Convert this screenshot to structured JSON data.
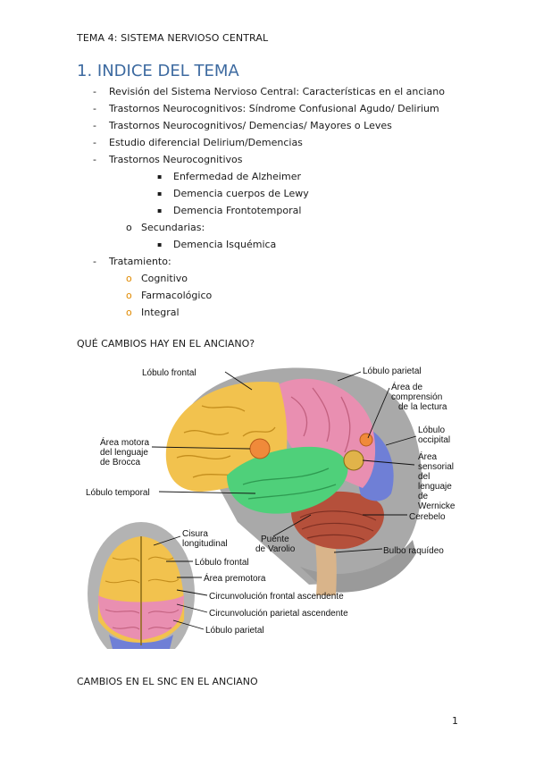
{
  "header": "TEMA 4: SISTEMA NERVIOSO CENTRAL",
  "title": "1. INDICE DEL TEMA",
  "toc": {
    "item1": "Revisión del Sistema Nervioso Central: Características en el anciano",
    "item2": "Trastornos Neurocognitivos: Síndrome Confusional Agudo/ Delirium",
    "item3": "Trastornos Neurocognitivos/ Demencias/ Mayores o Leves",
    "item4": "Estudio diferencial Delirium/Demencias",
    "item5": "Trastornos Neurocognitivos",
    "sub1": "Enfermedad de Alzheimer",
    "sub2": "Demencia cuerpos de Lewy",
    "sub3": "Demencia Frontotemporal",
    "secundarias": "Secundarias:",
    "sub4": "Demencia Isquémica",
    "item6": "Tratamiento:",
    "t1": "Cognitivo",
    "t2": "Farmacológico",
    "t3": "Integral",
    "dash": "-",
    "square": "▪",
    "circle": "o"
  },
  "section1": "QUÉ CAMBIOS HAY EN EL ANCIANO?",
  "section2": "CAMBIOS EN EL SNC EN EL ANCIANO",
  "figure_labels": {
    "frontal": "Lóbulo frontal",
    "parietal": "Lóbulo parietal",
    "comprension1": "Área de",
    "comprension2": "comprensión",
    "comprension3": "de la lectura",
    "occipital1": "Lóbulo",
    "occipital2": "occipital",
    "wernicke1": "Área",
    "wernicke2": "sensorial",
    "wernicke3": "del",
    "wernicke4": "lenguaje",
    "wernicke5": "de",
    "wernicke6": "Wernicke",
    "broca1": "Área motora",
    "broca2": "del lenguaje",
    "broca3": "de Brocca",
    "temporal": "Lóbulo temporal",
    "cerebelo": "Cerebelo",
    "bulbo": "Bulbo raquídeo",
    "puente1": "Puente",
    "puente2": "de Varolio",
    "cisura1": "Cisura",
    "cisura2": "longitudinal",
    "top_frontal": "Lóbulo frontal",
    "premotora": "Área premotora",
    "circ_frontal": "Circunvolución frontal ascendente",
    "circ_parietal": "Circunvolución parietal ascendente",
    "top_parietal": "Lóbulo parietal"
  },
  "colors": {
    "title": "#3d6aa0",
    "frontal": "#f2c24e",
    "parietal": "#e98fb1",
    "temporal": "#4fd07a",
    "occipital": "#6f7fd6",
    "cerebelo": "#b5503b",
    "broca": "#f08a3a",
    "bullet_orange": "#e08a00"
  },
  "page_number": "1"
}
